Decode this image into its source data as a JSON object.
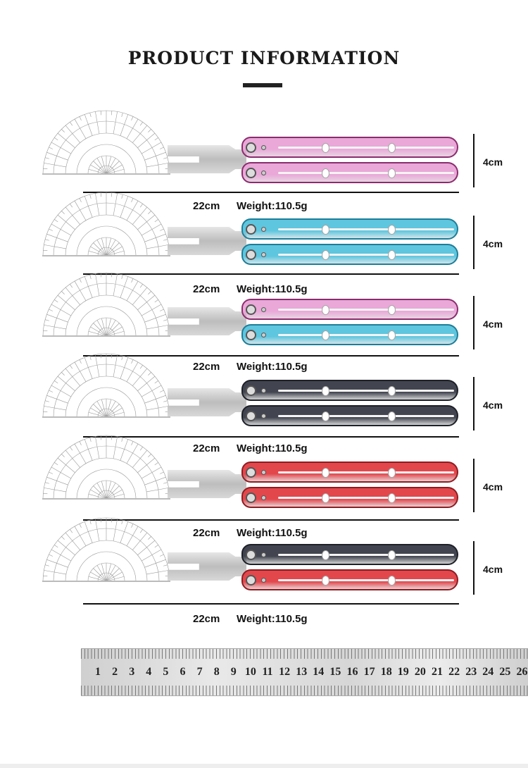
{
  "header": {
    "title": "PRODUCT INFORMATION"
  },
  "colors": {
    "pink": "#e9a8d8",
    "pink_border": "#8b2c6e",
    "teal": "#5ec6de",
    "teal_border": "#1e7d97",
    "dark": "#42454f",
    "dark_border": "#1e2028",
    "red": "#e2474c",
    "red_border": "#8d1c22"
  },
  "rows": [
    {
      "name": "pink",
      "top": "pink",
      "bottom": "pink",
      "width_label": "4cm",
      "length_label": "22cm",
      "weight_label": "Weight:110.5g"
    },
    {
      "name": "teal",
      "top": "teal",
      "bottom": "teal",
      "width_label": "4cm",
      "length_label": "22cm",
      "weight_label": "Weight:110.5g"
    },
    {
      "name": "pink-teal",
      "top": "pink",
      "bottom": "teal",
      "width_label": "4cm",
      "length_label": "22cm",
      "weight_label": "Weight:110.5g"
    },
    {
      "name": "black",
      "top": "dark",
      "bottom": "dark",
      "width_label": "4cm",
      "length_label": "22cm",
      "weight_label": "Weight:110.5g"
    },
    {
      "name": "red",
      "top": "red",
      "bottom": "red",
      "width_label": "4cm",
      "length_label": "22cm",
      "weight_label": "Weight:110.5g"
    },
    {
      "name": "black-red",
      "top": "dark",
      "bottom": "red",
      "width_label": "4cm",
      "length_label": "22cm",
      "weight_label": "Weight:110.5g"
    }
  ],
  "ruler": {
    "numbers": [
      "1",
      "2",
      "3",
      "4",
      "5",
      "6",
      "7",
      "8",
      "9",
      "10",
      "11",
      "12",
      "13",
      "14",
      "15",
      "16",
      "17",
      "18",
      "19",
      "20",
      "21",
      "22",
      "23",
      "24",
      "25",
      "26"
    ]
  }
}
